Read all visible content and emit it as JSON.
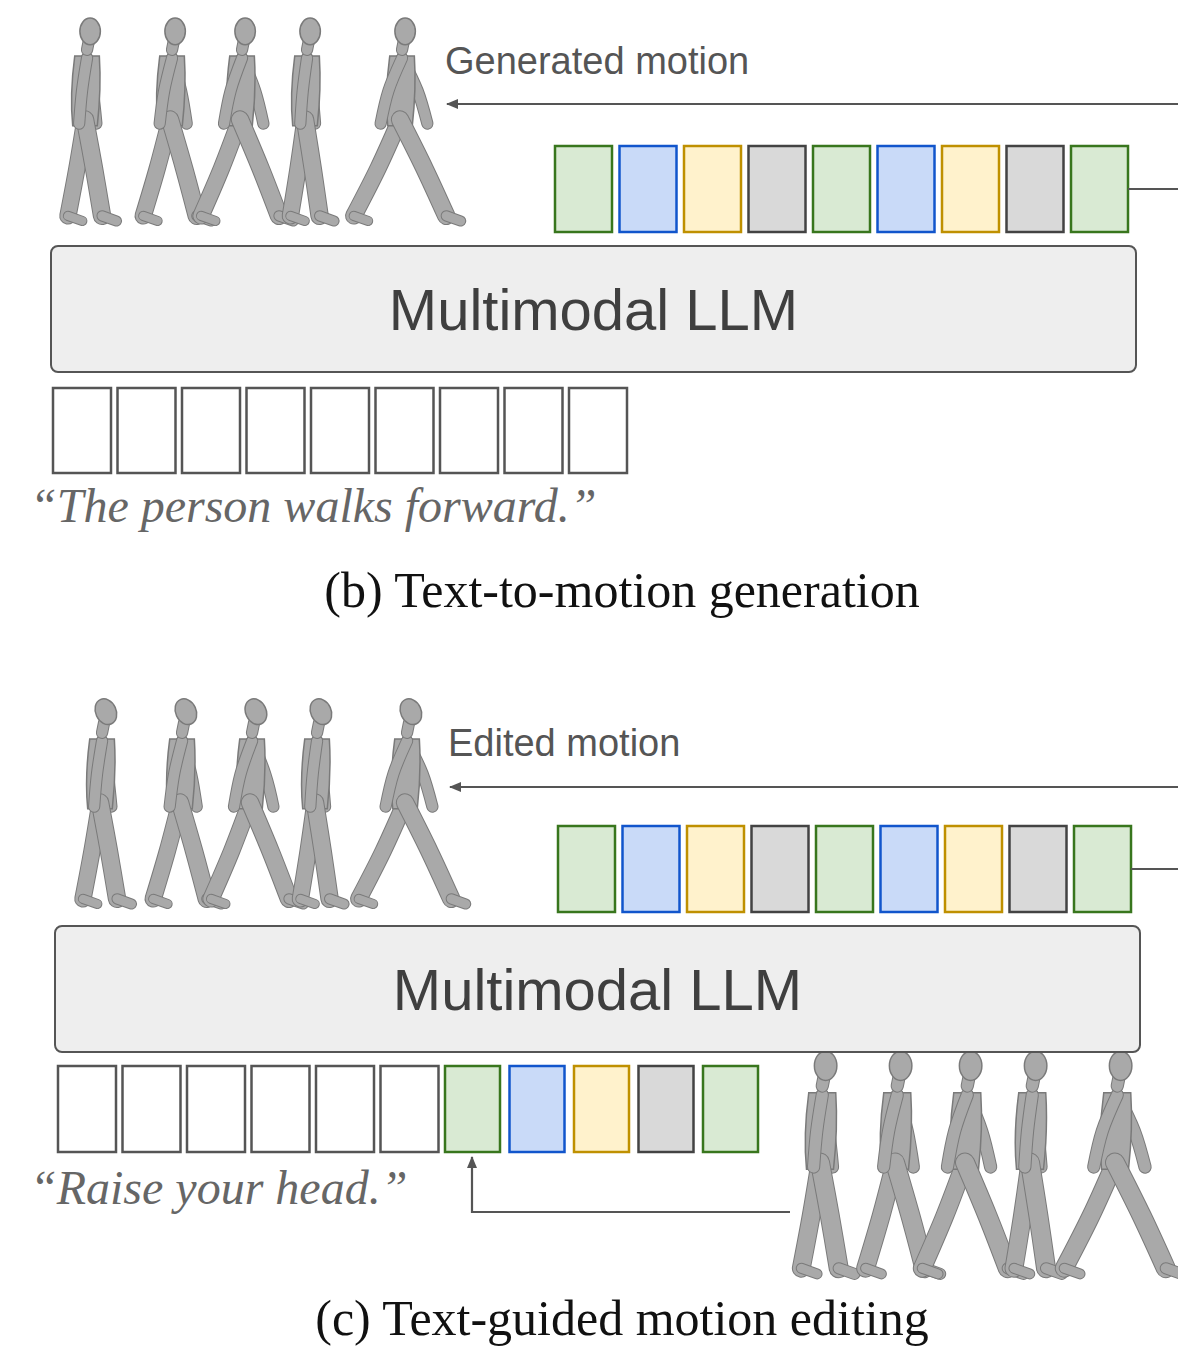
{
  "diagram": {
    "nodes": [
      {
        "text": [
          "Multimodal LLM"
        ]
      },
      {
        "text": [
          "Multimodal LLM"
        ]
      }
    ],
    "labels": [
      "Generated motion",
      "“The person walks forward.”",
      "(b) Text-to-motion generation",
      "Edited motion",
      "“Raise your head.”",
      "(c) Text-guided motion editing"
    ]
  }
}
